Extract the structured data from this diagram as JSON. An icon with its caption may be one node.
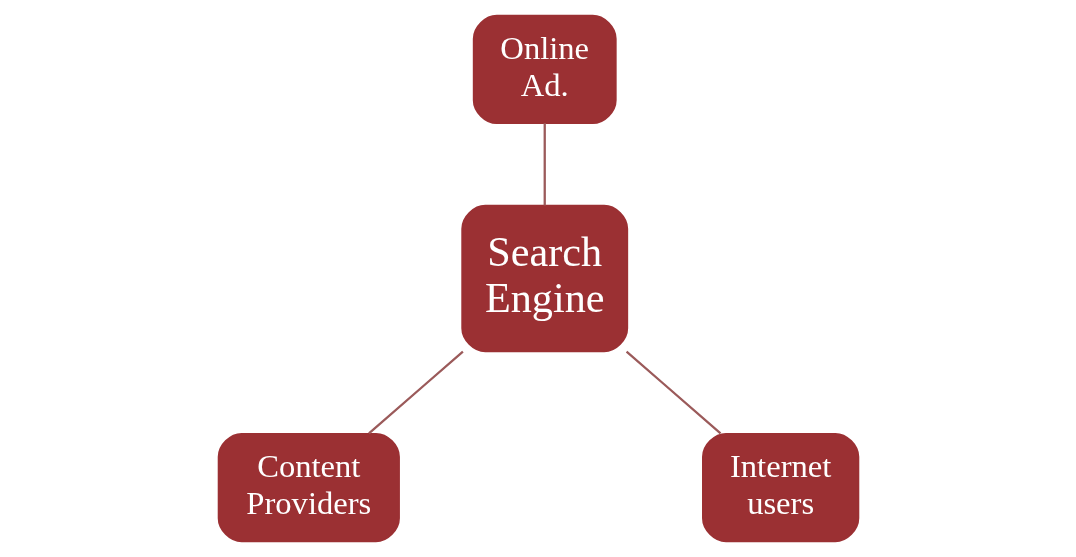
{
  "diagram": {
    "nodes": [
      {
        "text": [
          "Online Ad."
        ]
      },
      {
        "text": [
          "Search Engine"
        ]
      },
      {
        "text": [
          "Content Providers"
        ]
      },
      {
        "text": [
          "Internet users"
        ]
      }
    ],
    "edges": [
      {
        "from": 0,
        "to": 1,
        "arrow": "none"
      },
      {
        "from": 1,
        "to": 2,
        "arrow": "none"
      },
      {
        "from": 1,
        "to": 3,
        "arrow": "none"
      }
    ]
  }
}
